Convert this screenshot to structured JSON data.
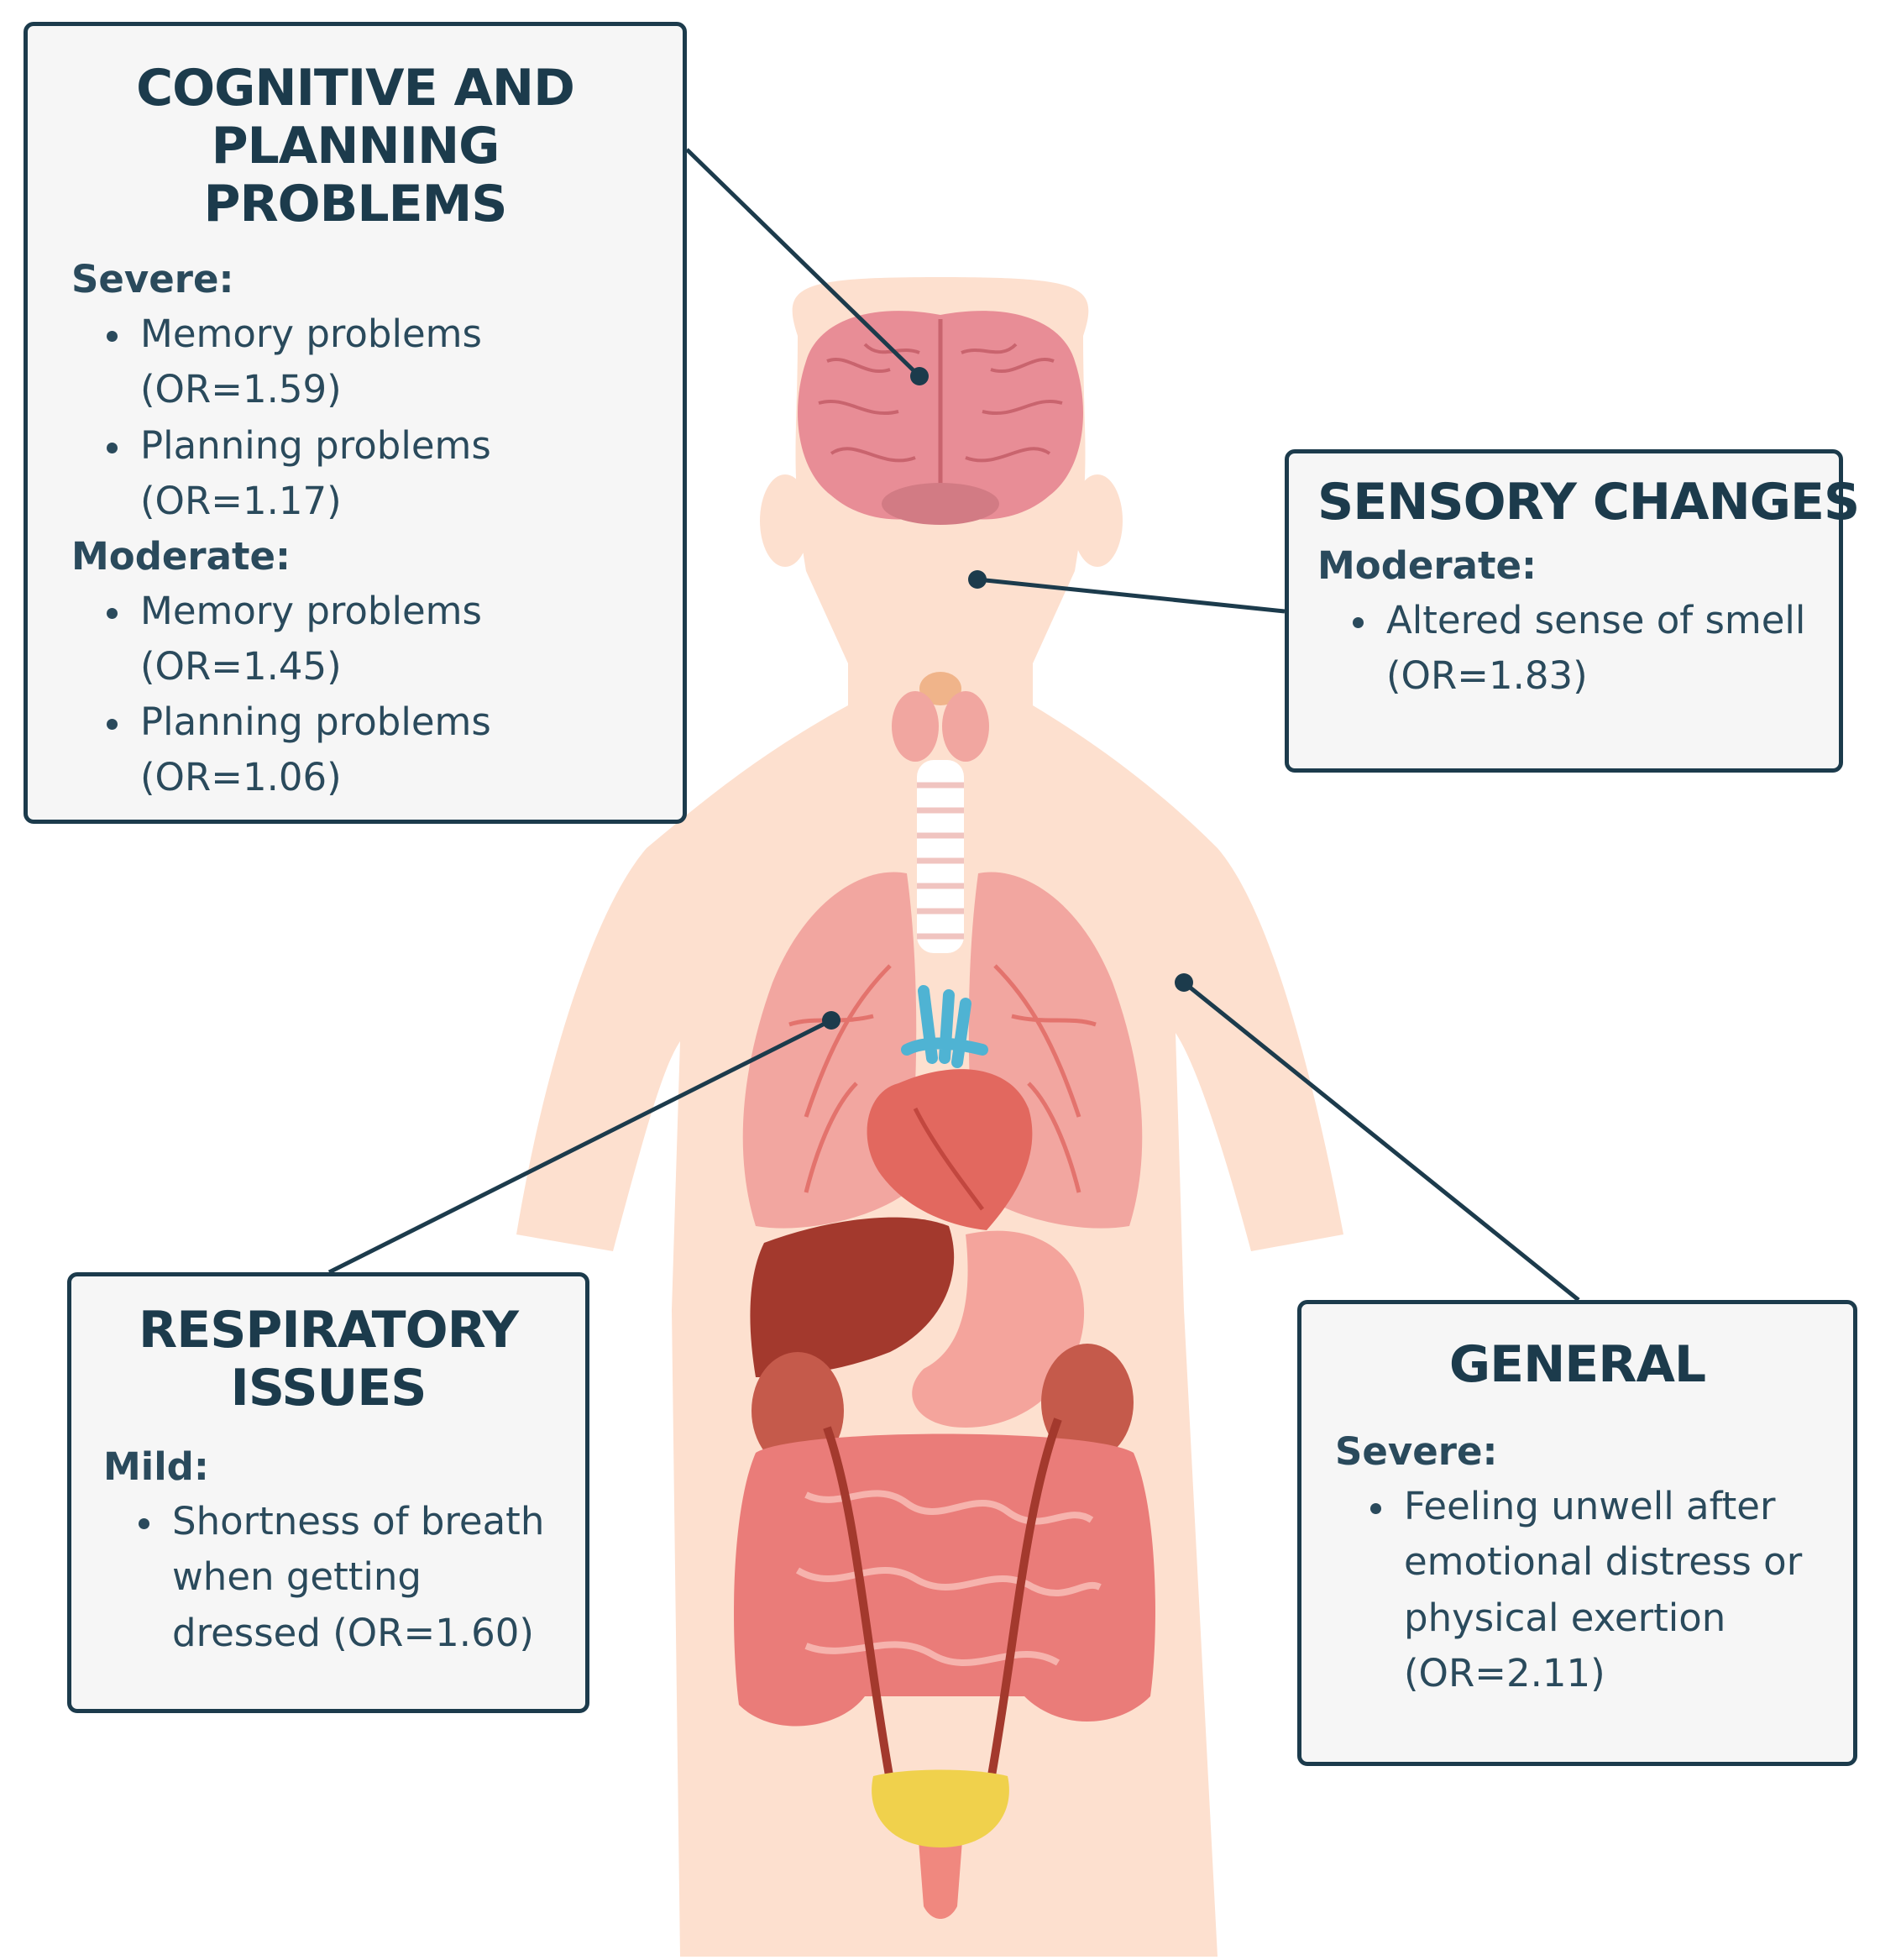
{
  "callouts": {
    "cognitive": {
      "title_line1": "COGNITIVE AND",
      "title_line2": "PLANNING PROBLEMS",
      "groups": [
        {
          "severity": "Severe:",
          "items": [
            {
              "text": "Memory problems",
              "or": "(OR=1.59)"
            },
            {
              "text": "Planning problems",
              "or": "(OR=1.17)"
            }
          ]
        },
        {
          "severity": "Moderate:",
          "items": [
            {
              "text": "Memory problems",
              "or": "(OR=1.45)"
            },
            {
              "text": "Planning problems",
              "or": "(OR=1.06)"
            }
          ]
        }
      ]
    },
    "sensory": {
      "title": "SENSORY CHANGES",
      "severity": "Moderate:",
      "items": [
        {
          "text": "Altered sense of smell",
          "or": "(OR=1.83)"
        }
      ]
    },
    "respiratory": {
      "title_line1": "RESPIRATORY",
      "title_line2": "ISSUES",
      "severity": "Mild:",
      "items": [
        {
          "line1": "Shortness of breath",
          "line2": "when getting",
          "line3": "dressed (OR=1.60)"
        }
      ]
    },
    "general": {
      "title": "GENERAL",
      "severity": "Severe:",
      "items": [
        {
          "line1": "Feeling unwell after",
          "line2": "emotional distress or",
          "line3": "physical exertion",
          "line4": "(OR=2.11)"
        }
      ]
    }
  },
  "colors": {
    "box_border": "#1c3b4c",
    "box_fill": "#f6f6f6",
    "text": "#2a4a5c",
    "skin": "#fde0cf",
    "brain": "#e88d96",
    "lungs": "#f2a6a0",
    "heart": "#e2685f",
    "liver": "#a3392d",
    "kidney": "#c55a4b",
    "intestine": "#ea7c79",
    "bladder": "#f0d14c",
    "thyroid": "#f1b69a",
    "vessels": "#4fb3d3"
  }
}
